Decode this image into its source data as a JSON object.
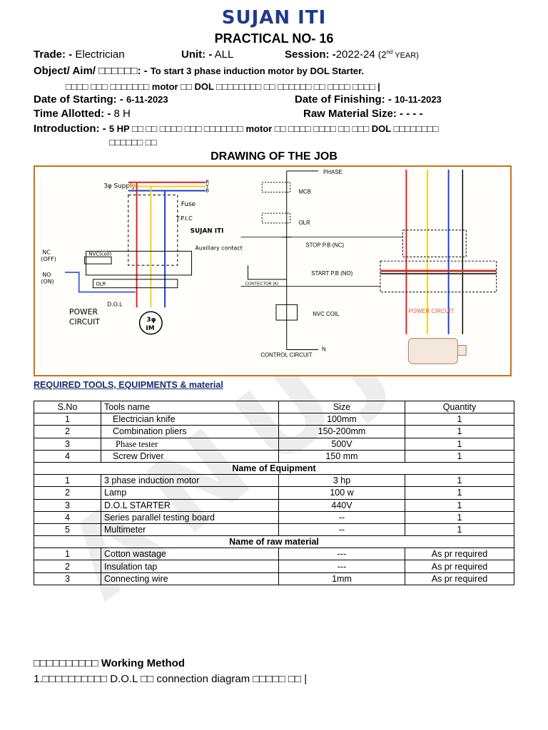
{
  "header": {
    "institute": "SUJAN ITI",
    "practical": "PRACTICAL NO- 16"
  },
  "info": {
    "trade_label": "Trade: -",
    "trade_value": "Electrician",
    "unit_label": "Unit: -",
    "unit_value": "ALL",
    "session_label": "Session: -",
    "session_value": "2022-24",
    "session_year_open": "(2",
    "session_year_sup": "nd",
    "session_year_close": " YEAR)",
    "object_label": "Object/ Aim/ □□□□□□: -",
    "object_value": "To start 3 phase induction motor by DOL Starter.",
    "object_hindi": "□□□□ □□□ □□□□□□□ motor □□ DOL □□□□□□□□ □□ □□□□□□ □□ □□□□ □□□□ |",
    "start_label": "Date of Starting: -",
    "start_value": "6-11-2023",
    "finish_label": "Date of Finishing: -",
    "finish_value": "10-11-2023",
    "time_label": "Time Allotted: -",
    "time_value": "8 H",
    "raw_label": "Raw Material Size: -",
    "raw_value": "- - -",
    "intro_label": "Introduction: -",
    "intro_line1": "5 HP □□ □□ □□□□ □□□ □□□□□□□ motor □□ □□□□ □□□□ □□ □□□ DOL □□□□□□□□",
    "intro_line2": "□□□□□□ □□"
  },
  "drawing": {
    "title": "DRAWING OF THE JOB",
    "left": {
      "supply": "3φ Supply",
      "phase_r": "R",
      "phase_y": "Y",
      "phase_b": "B",
      "fuse": "Fuse",
      "tpic": "T.P.I.C",
      "brand": "SUJAN ITI",
      "nc": "NC",
      "off": "(OFF)",
      "no": "NO",
      "on": "(ON)",
      "nvc": "NVC(coil)",
      "aux": "Auxiliary contact",
      "olr": "OLR",
      "dol": "D.O.L",
      "power": "POWER",
      "circuit": "CIRCUIT",
      "motor_top": "3φ",
      "motor_bottom": "IM"
    },
    "middle": {
      "phase": "PHASE",
      "mcb": "MCB",
      "olr": "OLR",
      "stop": "STOP P.B (NC)",
      "start": "START P.B (NO)",
      "contactor": "CONTECTOR (K)",
      "nvc": "NVC COIL",
      "neutral": "N",
      "control": "CONTROL CIRCUIT"
    },
    "right": {
      "power_circuit": "POWER CIRCUIT"
    }
  },
  "tools": {
    "title": "REQUIRED  TOOLS, EQUIPMENTS & material",
    "headers": [
      "S.No",
      "Tools name",
      "Size",
      "Quantity"
    ],
    "rows": [
      [
        "1",
        "Electrician knife",
        "100mm",
        "1"
      ],
      [
        "2",
        "Combination pliers",
        "150-200mm",
        "1"
      ],
      [
        "3",
        "Phase tester",
        "500V",
        "1"
      ],
      [
        "4",
        "Screw Driver",
        "150 mm",
        "1"
      ]
    ],
    "equipment_title": "Name of Equipment",
    "equipment": [
      [
        "1",
        "3 phase induction motor",
        "3 hp",
        "1"
      ],
      [
        "2",
        "Lamp",
        "100 w",
        "1"
      ],
      [
        "3",
        "D.O.L STARTER",
        "440V",
        "1"
      ],
      [
        "4",
        "Series parallel testing board",
        "--",
        "1"
      ],
      [
        "5",
        "Multimeter",
        "--",
        "1"
      ]
    ],
    "raw_title": "Name of raw material",
    "raw": [
      [
        "1",
        "Cotton wastage",
        "---",
        "As pr required"
      ],
      [
        "2",
        "Insulation tap",
        "---",
        "As pr required"
      ],
      [
        "3",
        "Connecting wire",
        "1mm",
        "As pr required"
      ]
    ]
  },
  "working": {
    "title_prefix": "□□□□□□□□□□",
    "title": "Working Method",
    "line1": "1.□□□□□□□□□□ D.O.L □□ connection diagram □□□□□ □□ |"
  },
  "colors": {
    "title": "#1f3a8a",
    "frame": "#c9721a",
    "red": "#e02020",
    "yellow": "#f2d21b",
    "blue": "#1d3fd6",
    "power_circuit_label": "#e05a2a"
  }
}
